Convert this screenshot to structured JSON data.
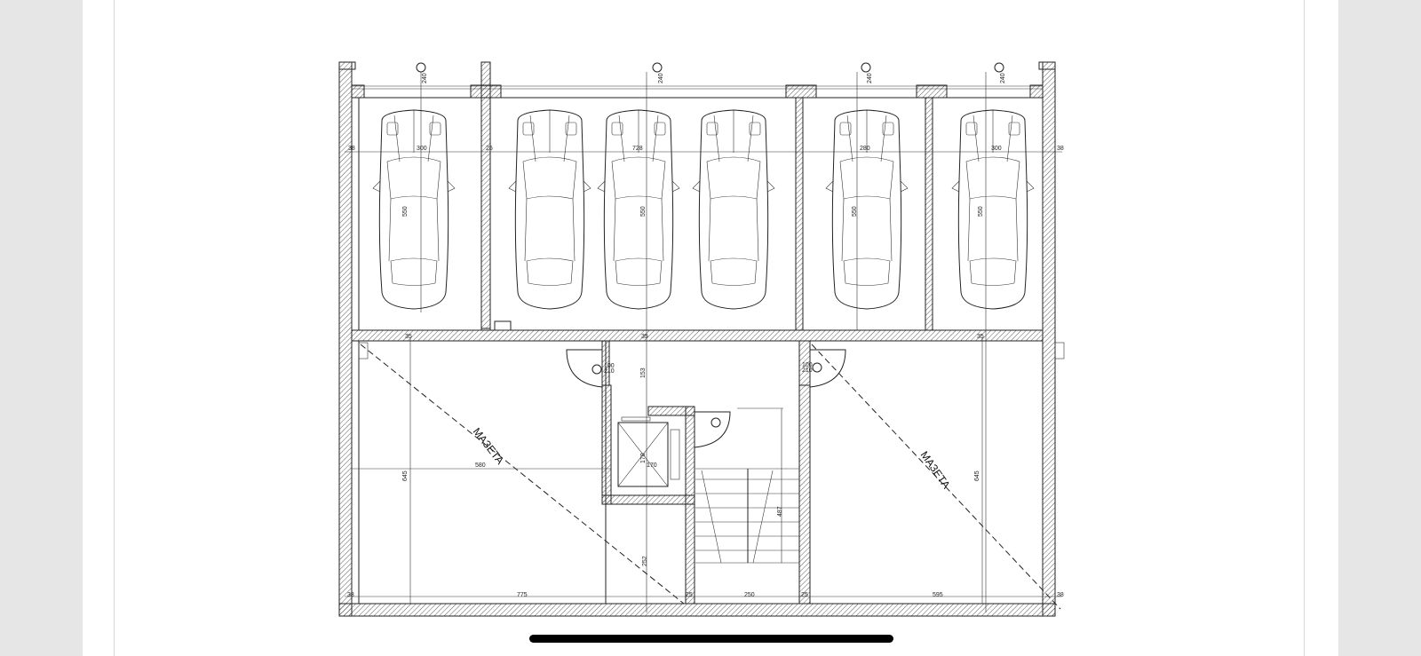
{
  "drawing": {
    "room_label_left": "МАЗЕТА",
    "room_label_right": "МАЗЕТА",
    "dimensions": {
      "bay_width_1": "300",
      "bay_width_2": "728",
      "bay_width_3": "280",
      "bay_width_4": "300",
      "bay_depth_1": "550",
      "bay_depth_2": "550",
      "bay_depth_3": "550",
      "bay_depth_4": "550",
      "wall_left": "38",
      "wall_right": "38",
      "wall_25": "25",
      "wall_35": "35",
      "hall_depth": "153",
      "storage_width_left": "580",
      "storage_depth_left": "645",
      "storage_depth_right": "645",
      "lift_width": "170",
      "lift_depth": "170",
      "stair_run": "487",
      "lower_depth": "252",
      "bottom_left": "775",
      "bottom_mid": "250",
      "bottom_right": "595",
      "door_w": "100",
      "door_h": "210",
      "axis_mark": "240"
    }
  }
}
